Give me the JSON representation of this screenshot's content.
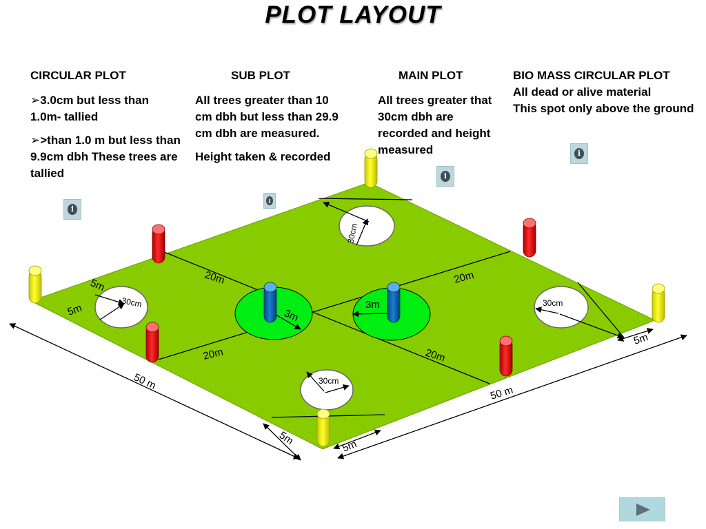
{
  "title": "PLOT  LAYOUT",
  "columns": {
    "circular": {
      "head": "CIRCULAR PLOT",
      "p1": "3.0cm but less than 1.0m- tallied",
      "p2": ">than 1.0 m but less than 9.9cm dbh These trees are tallied"
    },
    "sub": {
      "head": "SUB  PLOT",
      "p1": "All trees greater than 10 cm dbh but less than 29.9 cm  dbh are measured.",
      "p2": "Height taken & recorded"
    },
    "main": {
      "head": "MAIN  PLOT",
      "p1": "All trees greater that 30cm dbh are recorded and height measured"
    },
    "biomass": {
      "head": "BIO MASS CIRCULAR PLOT",
      "line1": "All dead or alive material",
      "line2": "This spot only above the ground"
    }
  },
  "icons": {
    "info": "info-icon",
    "info_glyph": "i",
    "bullet": "arrow-bullet-icon",
    "bullet_glyph": "➢",
    "next": "play-icon"
  },
  "diagram": {
    "labels": {
      "d_20m_a": "20m",
      "d_20m_b": "20m",
      "d_20m_c": "20m",
      "d_20m_d": "20m",
      "d_50m_left": "50 m",
      "d_50m_right": "50 m",
      "d_5m_left": "5m",
      "d_5m_left2": "5m",
      "d_5m_right": "5m",
      "d_5m_bottom_a": "5m",
      "d_5m_bottom_b": "5m",
      "r_3m_left": "3m",
      "r_3m_right": "3m",
      "r_30cm_top": "30cm",
      "r_30cm_left": "30cm",
      "r_30cm_right": "30cm",
      "r_30cm_bottom": "30cm"
    }
  },
  "colors": {
    "plot": "#88cc00",
    "sub_plot": "#00ee11",
    "circle": "#ffffff",
    "pole_red": "#ee0000",
    "pole_yellow": "#ffff00",
    "pole_blue": "#0066bb"
  }
}
